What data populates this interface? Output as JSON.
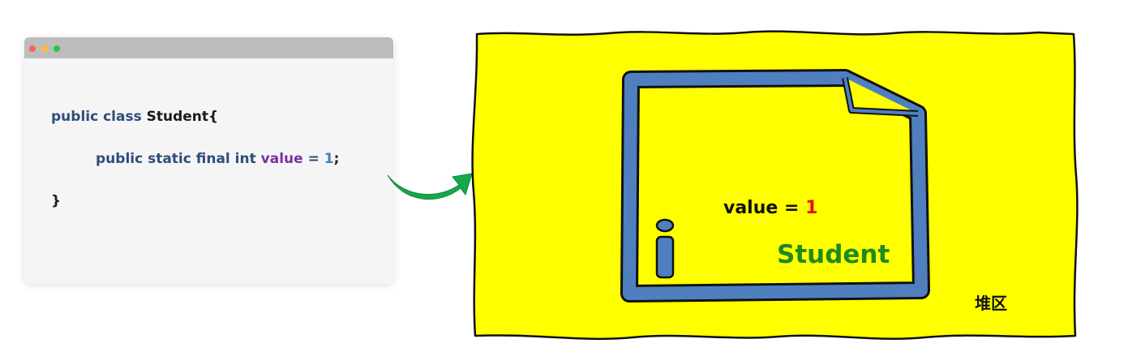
{
  "code_window": {
    "line1": {
      "keywords": "public class ",
      "class_name": "Student",
      "open_brace": "{"
    },
    "line2": {
      "keywords": "public static final int ",
      "identifier": "value",
      "assign": " = ",
      "number": "1",
      "semicolon": ";"
    },
    "line3": {
      "close_brace": "}"
    }
  },
  "heap": {
    "label": "堆区",
    "object": {
      "field_label": "value = ",
      "field_value": "1",
      "class_label": "Student"
    }
  },
  "colors": {
    "heap_fill": "#ffff00",
    "doc_stroke": "#4f7fbf",
    "arrow": "#14a84a",
    "keyword": "#2e4d7b",
    "identifier": "#7b2f9e",
    "number": "#3e7fc1",
    "value_number": "#e8110f",
    "class_label": "#1e8a1c"
  },
  "icons": {
    "window_controls": [
      "close-dot",
      "minimize-dot",
      "maximize-dot"
    ],
    "document": "document-icon",
    "info": "info-icon",
    "arrow": "curved-arrow-icon"
  }
}
